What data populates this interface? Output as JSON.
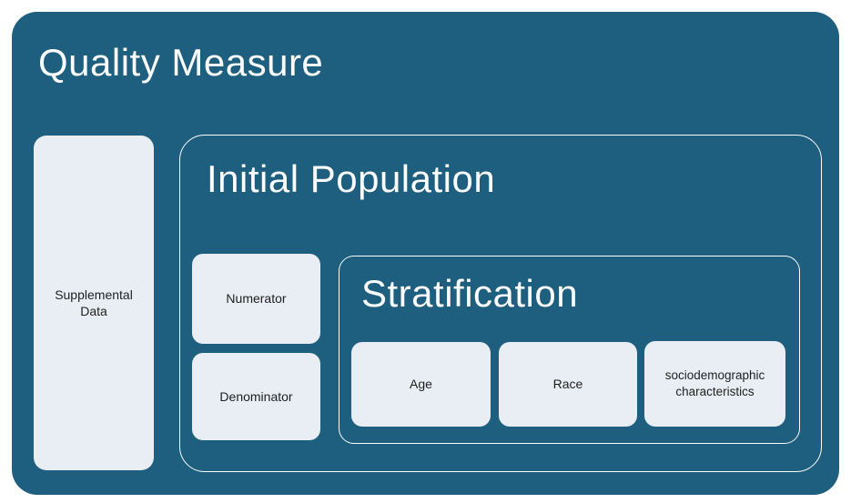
{
  "colors": {
    "page-bg": "#ffffff",
    "panel-bg": "#1E5E7E",
    "box-fill": "#E8EEF3",
    "box-text": "#1f1f1f",
    "title-text": "#FAFCFD",
    "outline": "#FBFCFD"
  },
  "diagram": {
    "title": "Quality Measure",
    "supplemental_data": {
      "label": "Supplemental Data"
    },
    "initial_population": {
      "title": "Initial Population",
      "numerator_label": "Numerator",
      "denominator_label": "Denominator",
      "stratification": {
        "title": "Stratification",
        "items": [
          {
            "label": "Age"
          },
          {
            "label": "Race"
          },
          {
            "label": "sociodemographic characteristics"
          }
        ]
      }
    }
  }
}
